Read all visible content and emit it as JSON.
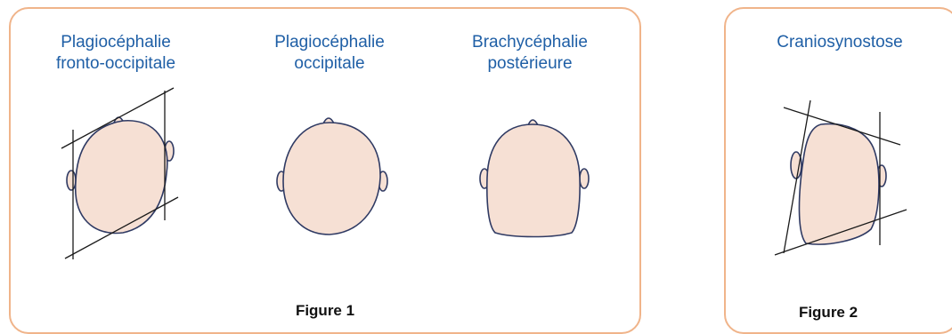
{
  "figure1": {
    "heads": [
      {
        "title_line1": "Plagiocéphalie",
        "title_line2": "fronto-occipitale"
      },
      {
        "title_line1": "Plagiocéphalie",
        "title_line2": "occipitale"
      },
      {
        "title_line1": "Brachycéphalie",
        "title_line2": "postérieure"
      }
    ],
    "caption": "Figure 1"
  },
  "figure2": {
    "heads": [
      {
        "title_line1": "Craniosynostose",
        "title_line2": ""
      }
    ],
    "caption": "Figure 2"
  },
  "colors": {
    "panel_border": "#f0b48a",
    "title_text": "#1f5fa6",
    "head_fill": "#f6e0d4",
    "head_outline": "#2f3a63",
    "guide_line": "#1a1a1a"
  }
}
